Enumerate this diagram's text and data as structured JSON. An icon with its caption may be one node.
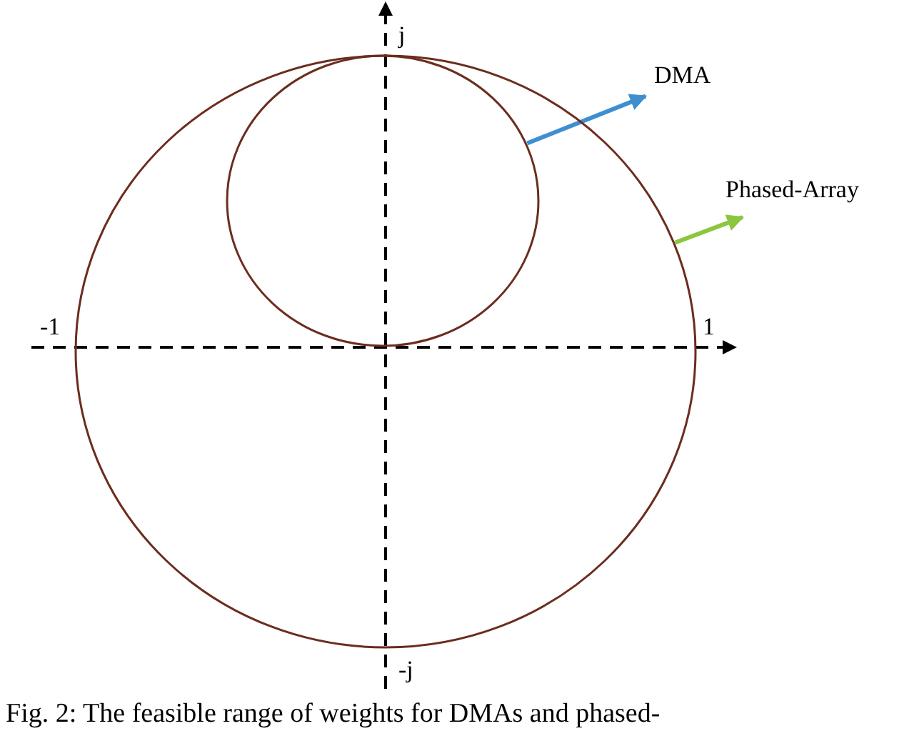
{
  "diagram": {
    "caption": "Fig. 2: The feasible range of weights for DMAs and phased-",
    "nodes": [
      {
        "text": [],
        "shape": "circle"
      },
      {
        "text": [],
        "shape": "circle",
        "in": 0
      },
      {
        "text": [
          "DMA"
        ]
      },
      {
        "text": [
          "Phased-Array"
        ]
      }
    ],
    "edges": [
      {
        "from": 1,
        "to": 2,
        "arrow": "to",
        "color": "#3f8fd0"
      },
      {
        "from": 0,
        "to": 3,
        "arrow": "to",
        "color": "#8cc63f"
      }
    ],
    "labels": [
      "j",
      "-1",
      "1",
      "-j"
    ]
  }
}
